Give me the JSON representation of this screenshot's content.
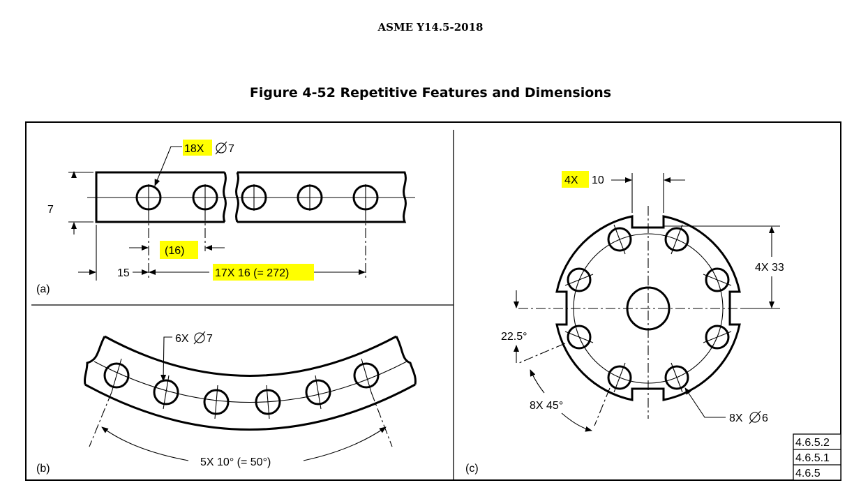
{
  "header": {
    "standard": "ASME Y14.5-2018",
    "figure_title": "Figure 4-52 Repetitive Features and Dimensions"
  },
  "panel_a": {
    "label": "(a)",
    "hole_callout_count": "18X",
    "hole_callout_size": "7",
    "height_dim": "7",
    "ref_spacing": "(16)",
    "edge_dim": "15",
    "spacing_dim": "17X  16 (= 272)"
  },
  "panel_b": {
    "label": "(b)",
    "hole_callout": "6X",
    "hole_callout_size": "7",
    "angle_dim": "5X  10° (= 50°)"
  },
  "panel_c": {
    "label": "(c)",
    "slot_count": "4X",
    "slot_width": "10",
    "slot_offset": "4X  33",
    "start_angle": "22.5°",
    "angular_spacing": "8X  45°",
    "hole_callout": "8X",
    "hole_callout_size": "6"
  },
  "references": [
    "4.6.5.2",
    "4.6.5.1",
    "4.6.5"
  ],
  "colors": {
    "highlight": "#ffff00",
    "ink": "#000000"
  }
}
